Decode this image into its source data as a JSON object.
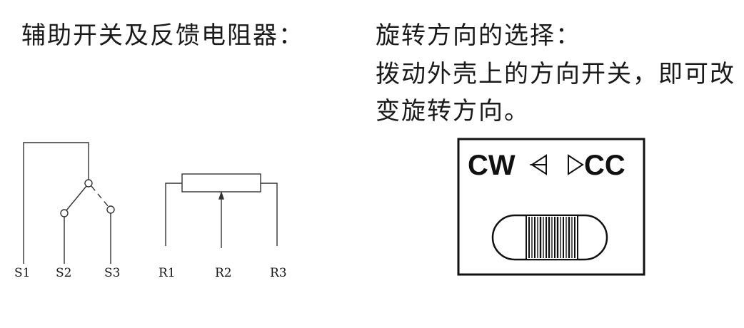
{
  "left_section": {
    "heading": "辅助开关及反馈电阻器："
  },
  "right_section": {
    "heading": "旋转方向的选择：",
    "body_lines": [
      "拨动外壳上的方向开关，即可改",
      "变旋转方向。"
    ]
  },
  "switch_diagram": {
    "terminals": [
      "S1",
      "S2",
      "S3"
    ]
  },
  "resistor_diagram": {
    "terminals": [
      "R1",
      "R2",
      "R3"
    ]
  },
  "direction_switch": {
    "label_left": "CW",
    "label_right": "CC"
  }
}
